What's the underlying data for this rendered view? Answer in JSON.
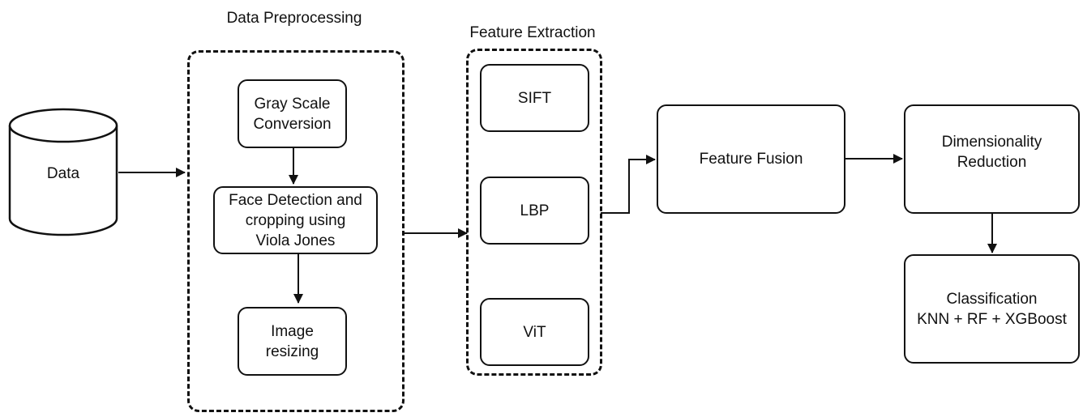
{
  "groups": {
    "preprocessing": {
      "title": "Data Preprocessing"
    },
    "extraction": {
      "title": "Feature Extraction"
    }
  },
  "nodes": {
    "data": "Data",
    "gray_scale": "Gray Scale\nConversion",
    "face_detection": "Face Detection and\ncropping using\nViola Jones",
    "image_resizing": "Image\nresizing",
    "sift": "SIFT",
    "lbp": "LBP",
    "vit": "ViT",
    "feature_fusion": "Feature Fusion",
    "dim_reduction": "Dimensionality\nReduction",
    "classification": "Classification\nKNN + RF + XGBoost"
  },
  "edges": [
    {
      "from": "data",
      "to": "preprocessing"
    },
    {
      "from": "gray_scale",
      "to": "face_detection"
    },
    {
      "from": "face_detection",
      "to": "image_resizing"
    },
    {
      "from": "preprocessing",
      "to": "extraction"
    },
    {
      "from": "extraction",
      "to": "feature_fusion"
    },
    {
      "from": "feature_fusion",
      "to": "dim_reduction"
    },
    {
      "from": "dim_reduction",
      "to": "classification"
    }
  ],
  "colors": {
    "stroke": "#111111",
    "background": "#ffffff"
  }
}
